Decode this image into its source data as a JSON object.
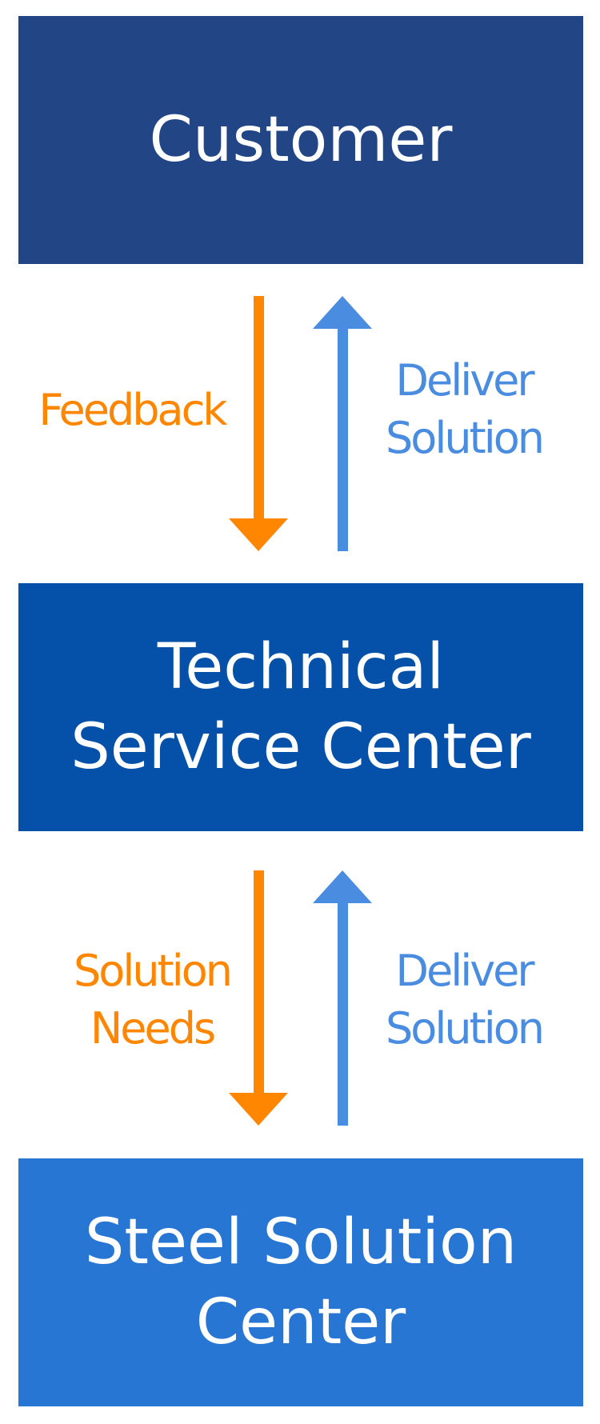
{
  "colors": {
    "customer_box": "#224685",
    "technical_box": "#0550A8",
    "steel_box": "#2876D4",
    "down_arrow": "#FF8600",
    "up_arrow": "#4A8DE0",
    "box_text": "#FFFFFF"
  },
  "boxes": {
    "customer": "Customer",
    "technical": "Technical\nService Center",
    "steel": "Steel Solution\nCenter"
  },
  "flows": {
    "upper_down": "Feedback",
    "upper_up": "Deliver\nSolution",
    "lower_down": "Solution\nNeeds",
    "lower_up": "Deliver\nSolution"
  }
}
